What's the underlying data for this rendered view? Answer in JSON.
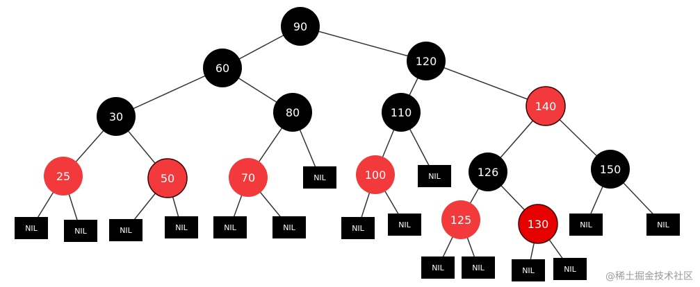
{
  "colors": {
    "black": "#000000",
    "red": "#f2393b",
    "deep_red": "#e60000",
    "edge": "#333333"
  },
  "tree": {
    "nodes": [
      {
        "id": "n90",
        "label": "90",
        "color": "black"
      },
      {
        "id": "n60",
        "label": "60",
        "color": "black"
      },
      {
        "id": "n120",
        "label": "120",
        "color": "black"
      },
      {
        "id": "n30",
        "label": "30",
        "color": "black"
      },
      {
        "id": "n80",
        "label": "80",
        "color": "black"
      },
      {
        "id": "n110",
        "label": "110",
        "color": "black"
      },
      {
        "id": "n140",
        "label": "140",
        "color": "red"
      },
      {
        "id": "n25",
        "label": "25",
        "color": "red"
      },
      {
        "id": "n50",
        "label": "50",
        "color": "red"
      },
      {
        "id": "n70",
        "label": "70",
        "color": "red"
      },
      {
        "id": "n100",
        "label": "100",
        "color": "red"
      },
      {
        "id": "n126",
        "label": "126",
        "color": "black"
      },
      {
        "id": "n150",
        "label": "150",
        "color": "black"
      },
      {
        "id": "n125",
        "label": "125",
        "color": "red"
      },
      {
        "id": "n130",
        "label": "130",
        "color": "deep_red"
      },
      {
        "id": "nil1",
        "label": "NIL",
        "color": "nil"
      },
      {
        "id": "nil2",
        "label": "NIL",
        "color": "nil"
      },
      {
        "id": "nil3",
        "label": "NIL",
        "color": "nil"
      },
      {
        "id": "nil4",
        "label": "NIL",
        "color": "nil"
      },
      {
        "id": "nil5",
        "label": "NIL",
        "color": "nil"
      },
      {
        "id": "nil6",
        "label": "NIL",
        "color": "nil"
      },
      {
        "id": "nil7",
        "label": "NIL",
        "color": "nil"
      },
      {
        "id": "nil8",
        "label": "NIL",
        "color": "nil"
      },
      {
        "id": "nil9",
        "label": "NIL",
        "color": "nil"
      },
      {
        "id": "nil10",
        "label": "NIL",
        "color": "nil"
      },
      {
        "id": "nil11",
        "label": "NIL",
        "color": "nil"
      },
      {
        "id": "nil12",
        "label": "NIL",
        "color": "nil"
      },
      {
        "id": "nil13",
        "label": "NIL",
        "color": "nil"
      },
      {
        "id": "nil14",
        "label": "NIL",
        "color": "nil"
      },
      {
        "id": "nil15",
        "label": "NIL",
        "color": "nil"
      },
      {
        "id": "nil16",
        "label": "NIL",
        "color": "nil"
      }
    ],
    "edges": [
      [
        "n90",
        "n60"
      ],
      [
        "n90",
        "n120"
      ],
      [
        "n60",
        "n30"
      ],
      [
        "n60",
        "n80"
      ],
      [
        "n120",
        "n110"
      ],
      [
        "n120",
        "n140"
      ],
      [
        "n30",
        "n25"
      ],
      [
        "n30",
        "n50"
      ],
      [
        "n80",
        "n70"
      ],
      [
        "n80",
        "nil5"
      ],
      [
        "n110",
        "n100"
      ],
      [
        "n110",
        "nil8"
      ],
      [
        "n140",
        "n126"
      ],
      [
        "n140",
        "n150"
      ],
      [
        "n25",
        "nil1"
      ],
      [
        "n25",
        "nil2"
      ],
      [
        "n50",
        "nil3"
      ],
      [
        "n50",
        "nil4"
      ],
      [
        "n70",
        "nil6"
      ],
      [
        "n70",
        "nil7"
      ],
      [
        "n100",
        "nil9"
      ],
      [
        "n100",
        "nil10"
      ],
      [
        "n126",
        "n125"
      ],
      [
        "n126",
        "n130"
      ],
      [
        "n150",
        "nil11"
      ],
      [
        "n150",
        "nil12"
      ],
      [
        "n125",
        "nil13"
      ],
      [
        "n125",
        "nil14"
      ],
      [
        "n130",
        "nil15"
      ],
      [
        "n130",
        "nil16"
      ]
    ]
  },
  "watermark": "@稀土掘金技术社区"
}
